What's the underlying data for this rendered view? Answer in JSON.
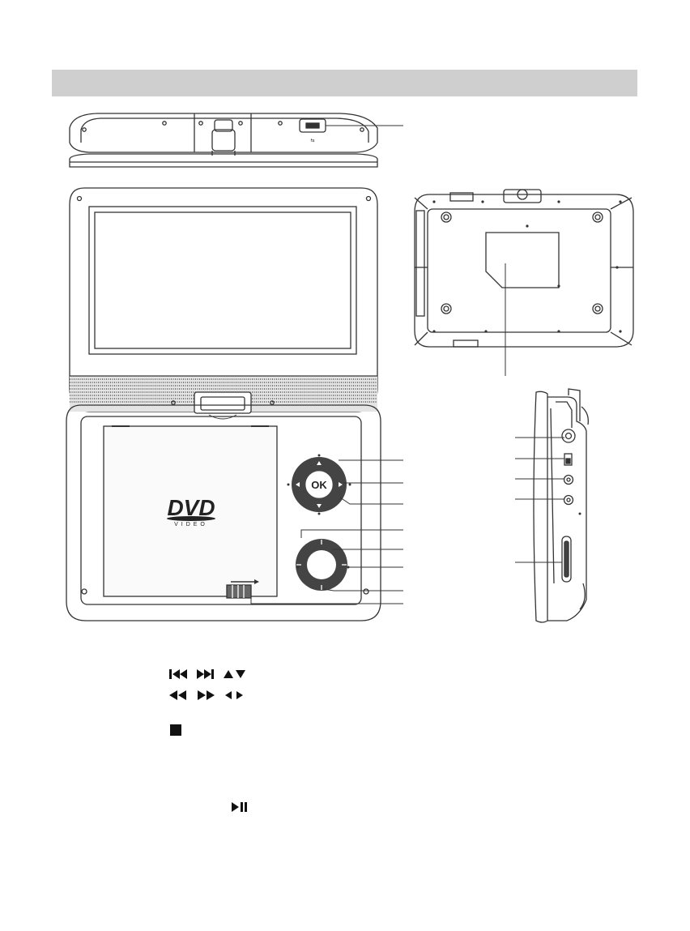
{
  "device_labels": {
    "logo_main": "DVD",
    "logo_sub": "VIDEO",
    "ok_button": "OK"
  },
  "legend_icons": [
    {
      "row": 1,
      "icons": [
        "prev-track-icon",
        "next-track-icon",
        "up-down-arrows-icon"
      ]
    },
    {
      "row": 2,
      "icons": [
        "fast-rewind-icon",
        "fast-forward-icon",
        "left-right-arrows-icon"
      ]
    },
    {
      "row": 3,
      "icons": [
        "stop-icon"
      ]
    },
    {
      "row": 4,
      "icons": [
        "play-pause-icon"
      ]
    }
  ],
  "colors": {
    "header_bar": "#cfcfcf",
    "line": "#333333",
    "fill_light": "#f2f2f2",
    "fill_dark": "#444444"
  }
}
